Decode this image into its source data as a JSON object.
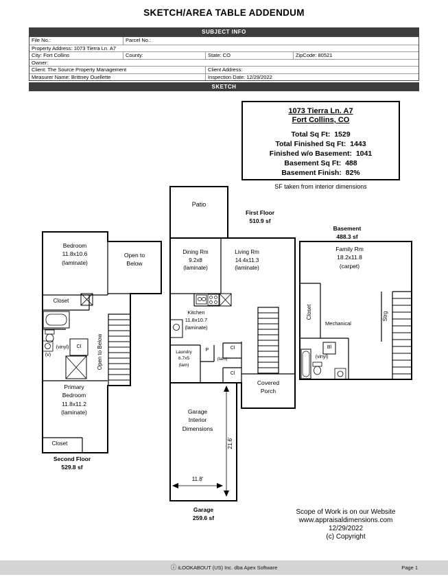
{
  "page": {
    "title": "SKETCH/AREA TABLE ADDENDUM"
  },
  "colors": {
    "section_bar_bg": "#3d3d3d",
    "section_bar_text": "#ffffff",
    "footer_bar_bg": "#d4d4d4",
    "wall_line": "#000000",
    "paper": "#ffffff"
  },
  "subject_info": {
    "header": "SUBJECT INFO",
    "file_no": "File No.:",
    "parcel_no": "Parcel No.:",
    "property_address": "Property Address: 1073 Tierra Ln. A7",
    "city": "City: Fort Collins",
    "county": "County:",
    "state": "State: CO",
    "zipcode": "ZipCode: 80521",
    "owner": "Owner:",
    "client": "Client: The Source Property Management",
    "client_address": "Client Address:",
    "measurer": "Measurer Name: Brittney Ouellette",
    "inspection": "Inspection Date: 12/29/2022"
  },
  "sketch": {
    "header": "SKETCH",
    "summary": {
      "address_line1": "1073 Tierra Ln. A7",
      "address_line2": "Fort Collins, CO",
      "total_sq_ft": "Total Sq Ft:  1529",
      "total_finished": "Total Finished Sq Ft:  1443",
      "finished_wo_basement": "Finished w/o Basement:  1041",
      "basement_sq_ft": "Basement Sq Ft:  488",
      "basement_finish": "Basement Finish:  82%"
    },
    "note": "SF taken from interior dimensions",
    "second_floor": {
      "bedroom": "Bedroom\n11.8x10.6\n(laminate)",
      "open_to_below": "Open to\nBelow",
      "closet_top": "Closet",
      "vinyl": "(vinyl)",
      "cl": "Cl",
      "v": "(v)",
      "stairs_note": "Open to Below",
      "primary_bedroom": "Primary\nBedroom\n11.8x11.2\n(laminate)",
      "closet_bottom": "Closet",
      "area": "Second Floor\n529.8 sf"
    },
    "first_floor": {
      "patio": "Patio",
      "area": "First Floor\n510.9 sf",
      "dining": "Dining Rm\n9.2x8\n(laminate)",
      "living": "Living Rm\n14.4x11.3\n(laminate)",
      "kitchen": "Kitchen\n11.8x10.7\n(laminate)",
      "laundry": "Laundry\n6.7x5\n(lam)",
      "pantry": "P",
      "hall": "(lam)",
      "closet_upper": "Cl",
      "closet_lower": "Cl",
      "covered_porch": "Covered\nPorch",
      "garage_label": "Garage\nInterior\nDimensions",
      "dim_depth": "21.6'",
      "dim_width": "11.8'",
      "garage_area": "Garage\n259.6 sf"
    },
    "basement": {
      "area": "Basement\n488.3 sf",
      "family_rm": "Family Rm\n18.2x11.8\n(carpet)",
      "closet": "Closet",
      "mechanical": "Mechanical",
      "storage": "Strg",
      "bl": "Bl",
      "vinyl": "(vinyl)"
    },
    "scope": "Scope of Work is on our Website\nwww.appraisaldimensions.com\n12/29/2022\n(c) Copyright"
  },
  "footer": {
    "logo": "ⓘ",
    "brand": "iLOOKABOUT (US) Inc. dba Apex Software",
    "page_number": "Page 1"
  }
}
